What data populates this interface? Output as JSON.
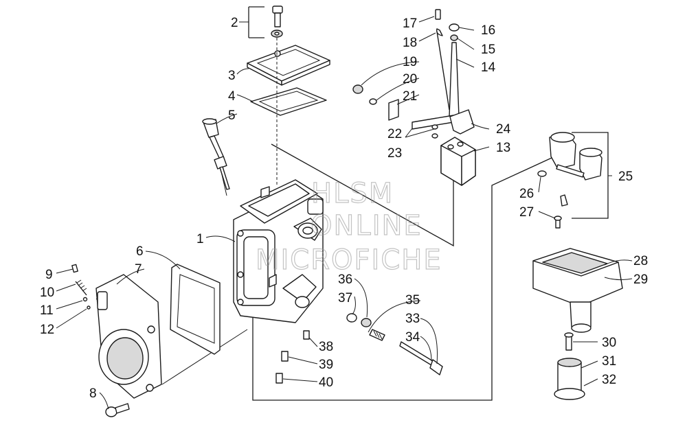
{
  "watermark": {
    "line1": "HLSM",
    "line2": "ONLINE",
    "line3": "MICROFICHE"
  },
  "callouts": [
    {
      "id": "c1",
      "text": "1"
    },
    {
      "id": "c2",
      "text": "2"
    },
    {
      "id": "c3",
      "text": "3"
    },
    {
      "id": "c4",
      "text": "4"
    },
    {
      "id": "c5",
      "text": "5"
    },
    {
      "id": "c6",
      "text": "6"
    },
    {
      "id": "c7",
      "text": "7"
    },
    {
      "id": "c8",
      "text": "8"
    },
    {
      "id": "c9",
      "text": "9"
    },
    {
      "id": "c10",
      "text": "10"
    },
    {
      "id": "c11",
      "text": "11"
    },
    {
      "id": "c12",
      "text": "12"
    },
    {
      "id": "c13",
      "text": "13"
    },
    {
      "id": "c14",
      "text": "14"
    },
    {
      "id": "c15",
      "text": "15"
    },
    {
      "id": "c16",
      "text": "16"
    },
    {
      "id": "c17",
      "text": "17"
    },
    {
      "id": "c18",
      "text": "18"
    },
    {
      "id": "c19",
      "text": "19"
    },
    {
      "id": "c20",
      "text": "20"
    },
    {
      "id": "c21",
      "text": "21"
    },
    {
      "id": "c22",
      "text": "22"
    },
    {
      "id": "c23",
      "text": "23"
    },
    {
      "id": "c24",
      "text": "24"
    },
    {
      "id": "c25",
      "text": "25"
    },
    {
      "id": "c26",
      "text": "26"
    },
    {
      "id": "c27",
      "text": "27"
    },
    {
      "id": "c28",
      "text": "28"
    },
    {
      "id": "c29",
      "text": "29"
    },
    {
      "id": "c30",
      "text": "30"
    },
    {
      "id": "c31",
      "text": "31"
    },
    {
      "id": "c32",
      "text": "32"
    },
    {
      "id": "c33",
      "text": "33"
    },
    {
      "id": "c34",
      "text": "34"
    },
    {
      "id": "c35",
      "text": "35"
    },
    {
      "id": "c36",
      "text": "36"
    },
    {
      "id": "c37",
      "text": "37"
    },
    {
      "id": "c38",
      "text": "38"
    },
    {
      "id": "c39",
      "text": "39"
    },
    {
      "id": "c40",
      "text": "40"
    }
  ]
}
